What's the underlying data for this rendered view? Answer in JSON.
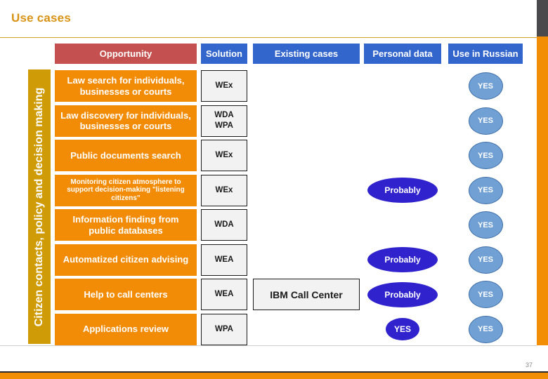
{
  "slide": {
    "title": "Use cases",
    "page_number": "37",
    "accent_orange": "#f18e06",
    "accent_gold": "#cf9c08",
    "accent_red": "#c4514f",
    "accent_blue": "#3366cc",
    "ellipse_dark_blue": "#3023ce",
    "ellipse_light_blue": "#70a0d4"
  },
  "group_band": {
    "label": "Citizen contacts, policy and decision making"
  },
  "table": {
    "headers": [
      {
        "label": "Opportunity",
        "style": "red"
      },
      {
        "label": "Solution",
        "style": "blue"
      },
      {
        "label": "Existing cases",
        "style": "blue"
      },
      {
        "label": "Personal data",
        "style": "blue"
      },
      {
        "label": "Use in Russian",
        "style": "blue"
      }
    ],
    "rows": [
      {
        "opportunity": "Law search for individuals, businesses or courts",
        "opportunity_size": "normal",
        "solution": "WEx",
        "existing_case": "",
        "personal_data": "",
        "use_in_russian": "YES"
      },
      {
        "opportunity": "Law discovery for individuals, businesses or courts",
        "opportunity_size": "normal",
        "solution": "WDA\nWPA",
        "existing_case": "",
        "personal_data": "",
        "use_in_russian": "YES"
      },
      {
        "opportunity": "Public documents search",
        "opportunity_size": "normal",
        "solution": "WEx",
        "existing_case": "",
        "personal_data": "",
        "use_in_russian": "YES"
      },
      {
        "opportunity": "Monitoring citizen atmosphere to support decision-making \"listening citizens\"",
        "opportunity_size": "small",
        "solution": "WEx",
        "existing_case": "",
        "personal_data": "Probably",
        "use_in_russian": "YES"
      },
      {
        "opportunity": "Information finding from public databases",
        "opportunity_size": "normal",
        "solution": "WDA",
        "existing_case": "",
        "personal_data": "",
        "use_in_russian": "YES"
      },
      {
        "opportunity": "Automatized citizen advising",
        "opportunity_size": "normal",
        "solution": "WEA",
        "existing_case": "",
        "personal_data": "Probably",
        "use_in_russian": "YES"
      },
      {
        "opportunity": "Help to call centers",
        "opportunity_size": "normal",
        "solution": "WEA",
        "existing_case": "IBM Call Center",
        "personal_data": "Probably",
        "use_in_russian": "YES"
      },
      {
        "opportunity": "Applications review",
        "opportunity_size": "normal",
        "solution": "WPA",
        "existing_case": "",
        "personal_data": "YES",
        "use_in_russian": "YES"
      }
    ]
  }
}
